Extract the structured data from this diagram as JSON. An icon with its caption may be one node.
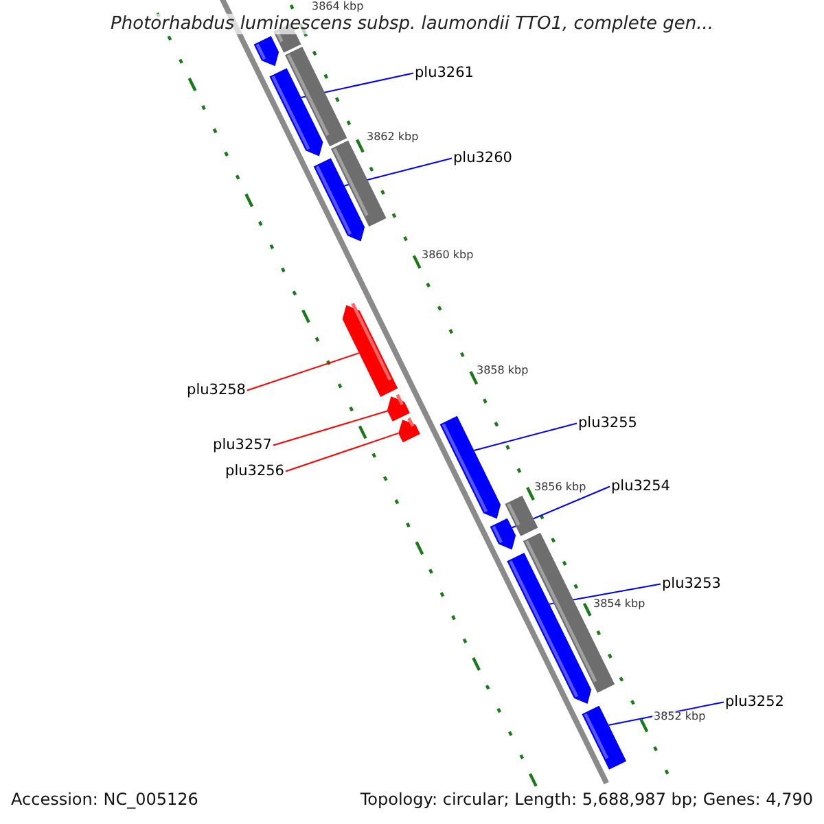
{
  "diagram": {
    "title": "Photorhabdus luminescens subsp. laumondii TTO1, complete gen...",
    "nodes": [
      {
        "text": [
          "plu3261"
        ]
      },
      {
        "text": [
          "plu3260"
        ]
      },
      {
        "text": [
          "plu3258"
        ]
      },
      {
        "text": [
          "plu3257"
        ]
      },
      {
        "text": [
          "plu3256"
        ]
      },
      {
        "text": [
          "plu3255"
        ]
      },
      {
        "text": [
          "plu3254"
        ]
      },
      {
        "text": [
          "plu3253"
        ]
      },
      {
        "text": [
          "plu3252"
        ]
      },
      {
        "text": [],
        "shape": "bar"
      },
      {
        "text": [],
        "shape": "bar"
      },
      {
        "text": [],
        "shape": "bar"
      },
      {
        "text": [],
        "shape": "bar"
      },
      {
        "text": [],
        "shape": "bar"
      },
      {
        "text": [],
        "shape": "bar"
      },
      {
        "text": [],
        "shape": "bar"
      },
      {
        "text": [],
        "shape": "bar"
      },
      {
        "text": [],
        "shape": "bar"
      },
      {
        "text": [],
        "shape": "bar"
      },
      {
        "text": [],
        "shape": "bar"
      },
      {
        "text": [],
        "shape": "bar"
      },
      {
        "text": [],
        "shape": "bar"
      },
      {
        "text": [],
        "shape": "bar"
      },
      {
        "text": [],
        "shape": "bar"
      }
    ],
    "edges": [
      {
        "from": 0,
        "to": 10,
        "arrow": "none"
      },
      {
        "from": 1,
        "to": 11,
        "arrow": "none"
      },
      {
        "from": 2,
        "to": 16,
        "arrow": "none",
        "color": "#ff0000"
      },
      {
        "from": 3,
        "to": 17,
        "arrow": "none",
        "color": "#ff0000"
      },
      {
        "from": 4,
        "to": 18,
        "arrow": "none",
        "color": "#ff0000"
      },
      {
        "from": 5,
        "to": 12,
        "arrow": "none"
      },
      {
        "from": 6,
        "to": 13,
        "arrow": "none"
      },
      {
        "from": 7,
        "to": 14,
        "arrow": "none"
      },
      {
        "from": 8,
        "to": 15,
        "arrow": "none"
      }
    ],
    "labels": [
      "3864 kbp",
      "3862 kbp",
      "3860 kbp",
      "3858 kbp",
      "3856 kbp",
      "3854 kbp",
      "3852 kbp",
      "Accession: NC_005126",
      "Topology: circular; Length: 5,688,987 bp; Genes: 4,790"
    ]
  }
}
